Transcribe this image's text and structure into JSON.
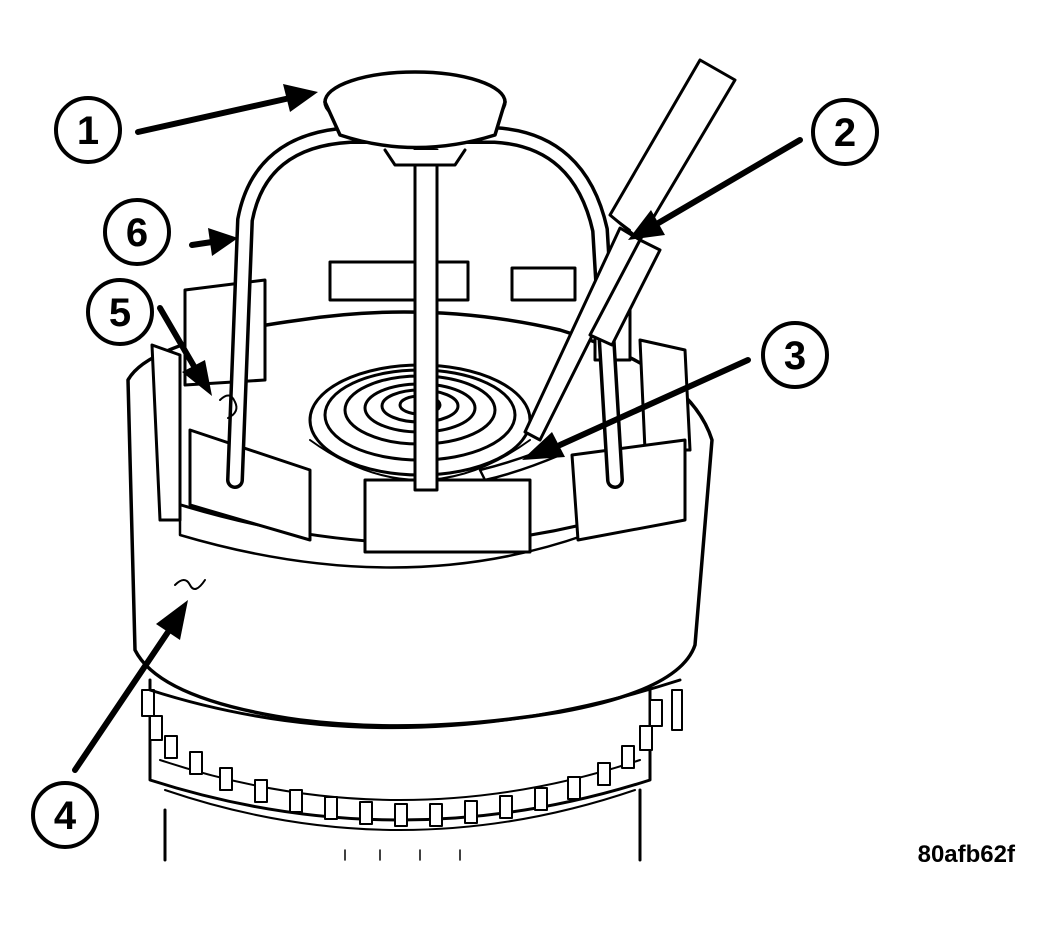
{
  "callouts": [
    {
      "id": "1",
      "label": "1"
    },
    {
      "id": "2",
      "label": "2"
    },
    {
      "id": "3",
      "label": "3"
    },
    {
      "id": "4",
      "label": "4"
    },
    {
      "id": "5",
      "label": "5"
    },
    {
      "id": "6",
      "label": "6"
    }
  ],
  "figure_code": "80afb62f",
  "colors": {
    "ink": "#000000",
    "paper": "#ffffff"
  }
}
